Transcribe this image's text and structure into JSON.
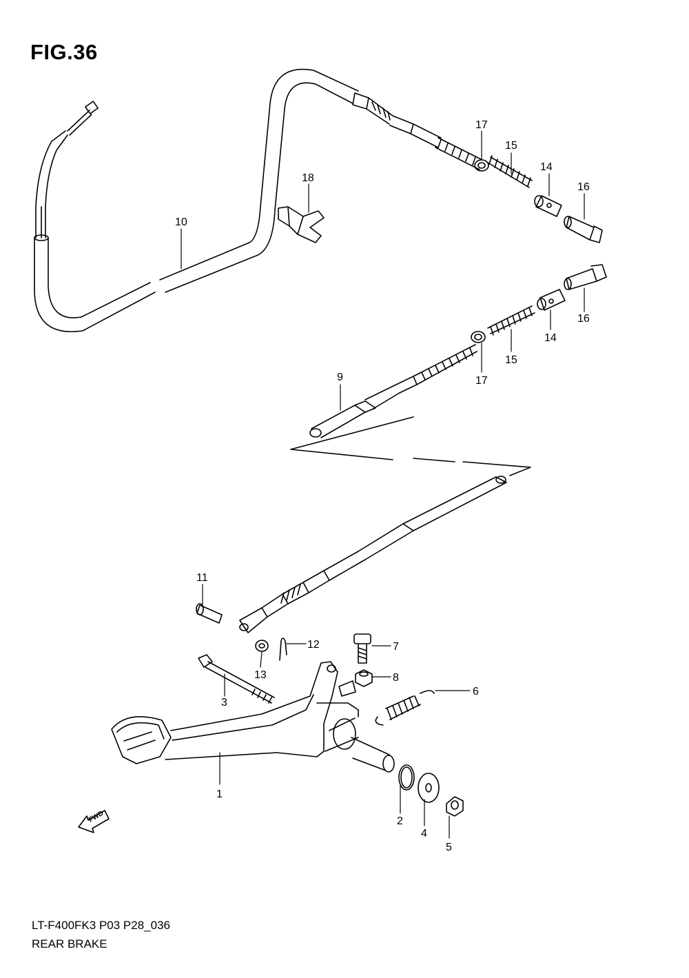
{
  "figure": {
    "title": "FIG.36",
    "model_code": "LT-F400FK3 P03 P28_036",
    "section_name": "REAR BRAKE",
    "fwd_marker": "FWD"
  },
  "callouts": {
    "c1": "1",
    "c2": "2",
    "c3": "3",
    "c4": "4",
    "c5": "5",
    "c6": "6",
    "c7": "7",
    "c8": "8",
    "c9": "9",
    "c10": "10",
    "c11": "11",
    "c12": "12",
    "c13": "13",
    "c14a": "14",
    "c14b": "14",
    "c15a": "15",
    "c15b": "15",
    "c16a": "16",
    "c16b": "16",
    "c17a": "17",
    "c17b": "17",
    "c18": "18"
  }
}
